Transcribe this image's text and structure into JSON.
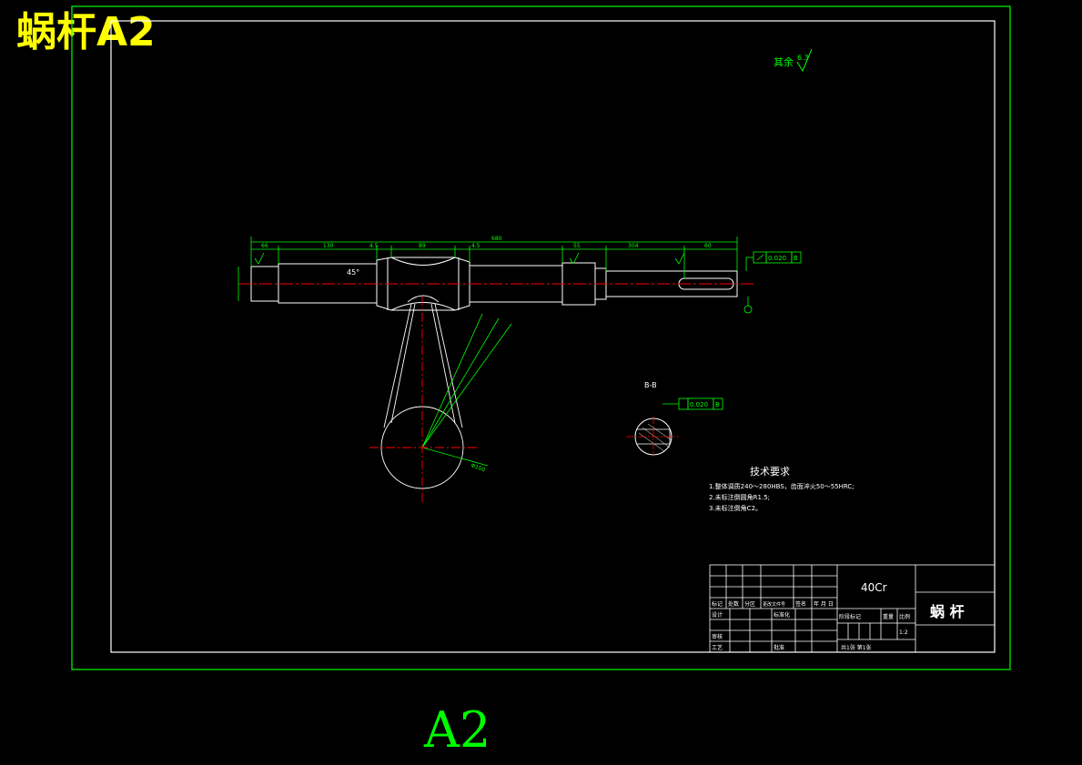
{
  "sheet_title": "蜗杆A2",
  "sheet_size_label": "A2",
  "roughness_note": "其余",
  "roughness_value": "6.3",
  "dims": {
    "overall": "680",
    "segments": [
      "66",
      "130",
      "4.5",
      "89",
      "4.5",
      "55",
      "304",
      "60"
    ]
  },
  "tolerance_main": "0.020",
  "datum": "B",
  "section_label": "B-B",
  "tolerance_section": "0.020",
  "angle_label": "45°",
  "circle_dia": "Φ100",
  "tech_title": "技术要求",
  "tech_lines": [
    "1.整体调质240～280HBS，齿面淬火50～55HRC;",
    "2.未标注倒圆角R1.5;",
    "3.未标注倒角C2。"
  ],
  "title_block": {
    "material": "40Cr",
    "part_name": "蜗  杆",
    "scale": "1:2",
    "row_labels": [
      "标记",
      "处数",
      "分区",
      "更改文件号",
      "签名",
      "年 月 日"
    ],
    "design": "设计",
    "standard": "标准化",
    "review": "审核",
    "process": "工艺",
    "approve": "批准",
    "stage_labels": [
      "阶段标记",
      "重量",
      "比例"
    ],
    "sheet_info": "共1张  第1张"
  },
  "colors": {
    "frame": "#00ff00",
    "inner": "#ffffff",
    "dim": "#00ff00",
    "center": "#ff0000",
    "accent": "#ffff00"
  }
}
